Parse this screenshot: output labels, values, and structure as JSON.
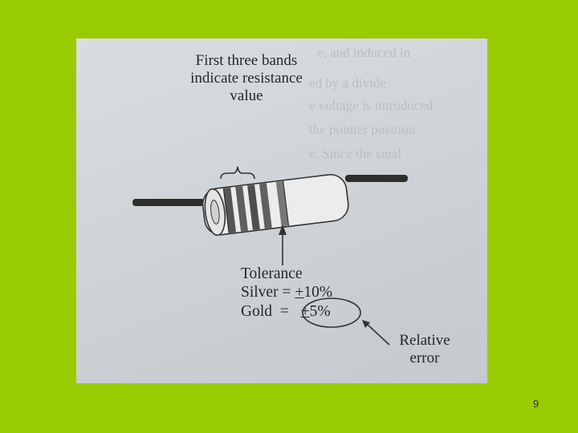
{
  "diagram": {
    "top_label": [
      "First three bands",
      "indicate resistance",
      "value"
    ],
    "tolerance": {
      "title": "Tolerance",
      "silver_name": "Silver = ",
      "silver_pm": "+",
      "silver_value": "10%",
      "gold_name": "Gold  = ",
      "gold_pm": "+",
      "gold_value": "5%"
    },
    "relative_error": [
      "Relative",
      "error"
    ]
  },
  "page_number": "9",
  "colors": {
    "slide_background": "#99cc00",
    "paper": "#cfd4d8",
    "ink": "#262626"
  }
}
